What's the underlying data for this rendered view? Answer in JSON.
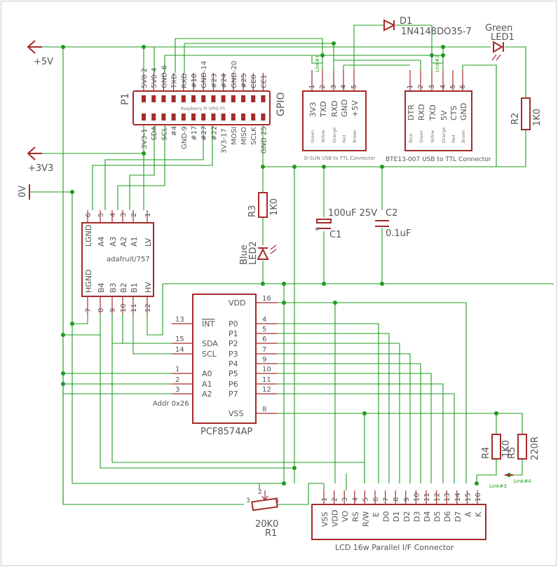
{
  "rails": {
    "p5v": "+5V",
    "p3v3": "+3V3",
    "zero": "0V"
  },
  "gpio": {
    "ref": "P1",
    "name": "GPIO",
    "subtitle": "Raspberry Pi GPIO P1",
    "top_pins": [
      "5V0 2",
      "5V0-4",
      "GND-6",
      "TXD",
      "RXD",
      "#18",
      "GND-14",
      "#23",
      "#24",
      "GND-20",
      "#25",
      "CE0",
      "CE1"
    ],
    "bottom_pins": [
      "3V3-1",
      "SDA",
      "SCL",
      "#4",
      "GND-9",
      "#17",
      "#27",
      "#22",
      "3V3-17",
      "MOSI",
      "MISO",
      "SCLK",
      "GND 25"
    ]
  },
  "dsun": {
    "pin_numbers": [
      "1",
      "2",
      "3",
      "4",
      "5"
    ],
    "pin_names": [
      "3V3",
      "TXD",
      "RXD",
      "GND",
      "+5V"
    ],
    "wire_colors": [
      "Green",
      "Yellow",
      "Orange",
      "Red",
      "Brown"
    ],
    "caption": "D-SUN USB to TTL Connector",
    "link": "Link#1"
  },
  "bte": {
    "pin_numbers": [
      "1",
      "2",
      "3",
      "4",
      "5",
      "6"
    ],
    "pin_names": [
      "DTR",
      "RXD",
      "TXD",
      "5V",
      "CTS",
      "GND"
    ],
    "wire_colors": [
      "Blue",
      "Green",
      "Yellow",
      "Orange",
      "Red",
      "Brown"
    ],
    "caption": "BTE13-007 USB to TTL Connector",
    "link": "Link#2"
  },
  "d1": {
    "ref": "D1",
    "value": "1N4148DO35-7"
  },
  "led1": {
    "line1": "Green",
    "line2": "LED1"
  },
  "r2": {
    "ref": "R2",
    "value": "1K0"
  },
  "r3": {
    "ref": "R3",
    "value": "1K0"
  },
  "led2": {
    "line1": "Blue",
    "line2": "LED2"
  },
  "c1": {
    "value": "100uF 25V",
    "ref": "C1"
  },
  "c2": {
    "ref": "C2",
    "value": "0.1uF"
  },
  "level": {
    "name": "adafruit/757",
    "top_numbers": [
      "6",
      "5",
      "4",
      "3",
      "2",
      "1"
    ],
    "top_names": [
      "LGND",
      "A4",
      "A3",
      "A2",
      "A1",
      "LV"
    ],
    "bottom_names": [
      "HGND",
      "B4",
      "B3",
      "B2",
      "B1",
      "HV"
    ],
    "bottom_numbers": [
      "7",
      "8",
      "9",
      "10",
      "11",
      "12"
    ]
  },
  "pcf": {
    "name": "PCF8574AP",
    "left": [
      {
        "num": "13",
        "name": "INT"
      },
      {
        "num": "15",
        "name": "SDA"
      },
      {
        "num": "14",
        "name": "SCL"
      },
      {
        "num": "1",
        "name": "A0"
      },
      {
        "num": "2",
        "name": "A1"
      },
      {
        "num": "3",
        "name": "A2"
      }
    ],
    "addr": "Addr 0x26",
    "right": [
      {
        "num": "16",
        "name": "VDD"
      },
      {
        "num": "4",
        "name": "P0"
      },
      {
        "num": "5",
        "name": "P1"
      },
      {
        "num": "6",
        "name": "P2"
      },
      {
        "num": "7",
        "name": "P3"
      },
      {
        "num": "9",
        "name": "P4"
      },
      {
        "num": "10",
        "name": "P5"
      },
      {
        "num": "11",
        "name": "P6"
      },
      {
        "num": "12",
        "name": "P7"
      },
      {
        "num": "8",
        "name": "VSS"
      }
    ]
  },
  "r4": {
    "ref": "R4",
    "value": "1K0"
  },
  "r5": {
    "ref": "R5",
    "value": "220R"
  },
  "link3": "Link#3",
  "link4": "Link#4",
  "r1": {
    "ref": "R1",
    "value": "20K0",
    "pin1": "1",
    "pin2": "2",
    "pin3": "3"
  },
  "lcd": {
    "caption": "LCD 16w Parallel I/F Connector",
    "pin_numbers": [
      "1",
      "2",
      "3",
      "4",
      "5",
      "6",
      "7",
      "8",
      "9",
      "10",
      "11",
      "12",
      "13",
      "14",
      "15",
      "16"
    ],
    "pin_names": [
      "VSS",
      "VDD",
      "VO",
      "RS",
      "R/W",
      "E",
      "D0",
      "D1",
      "D2",
      "D3",
      "D4",
      "D5",
      "D6",
      "D7",
      "A",
      "K"
    ]
  }
}
